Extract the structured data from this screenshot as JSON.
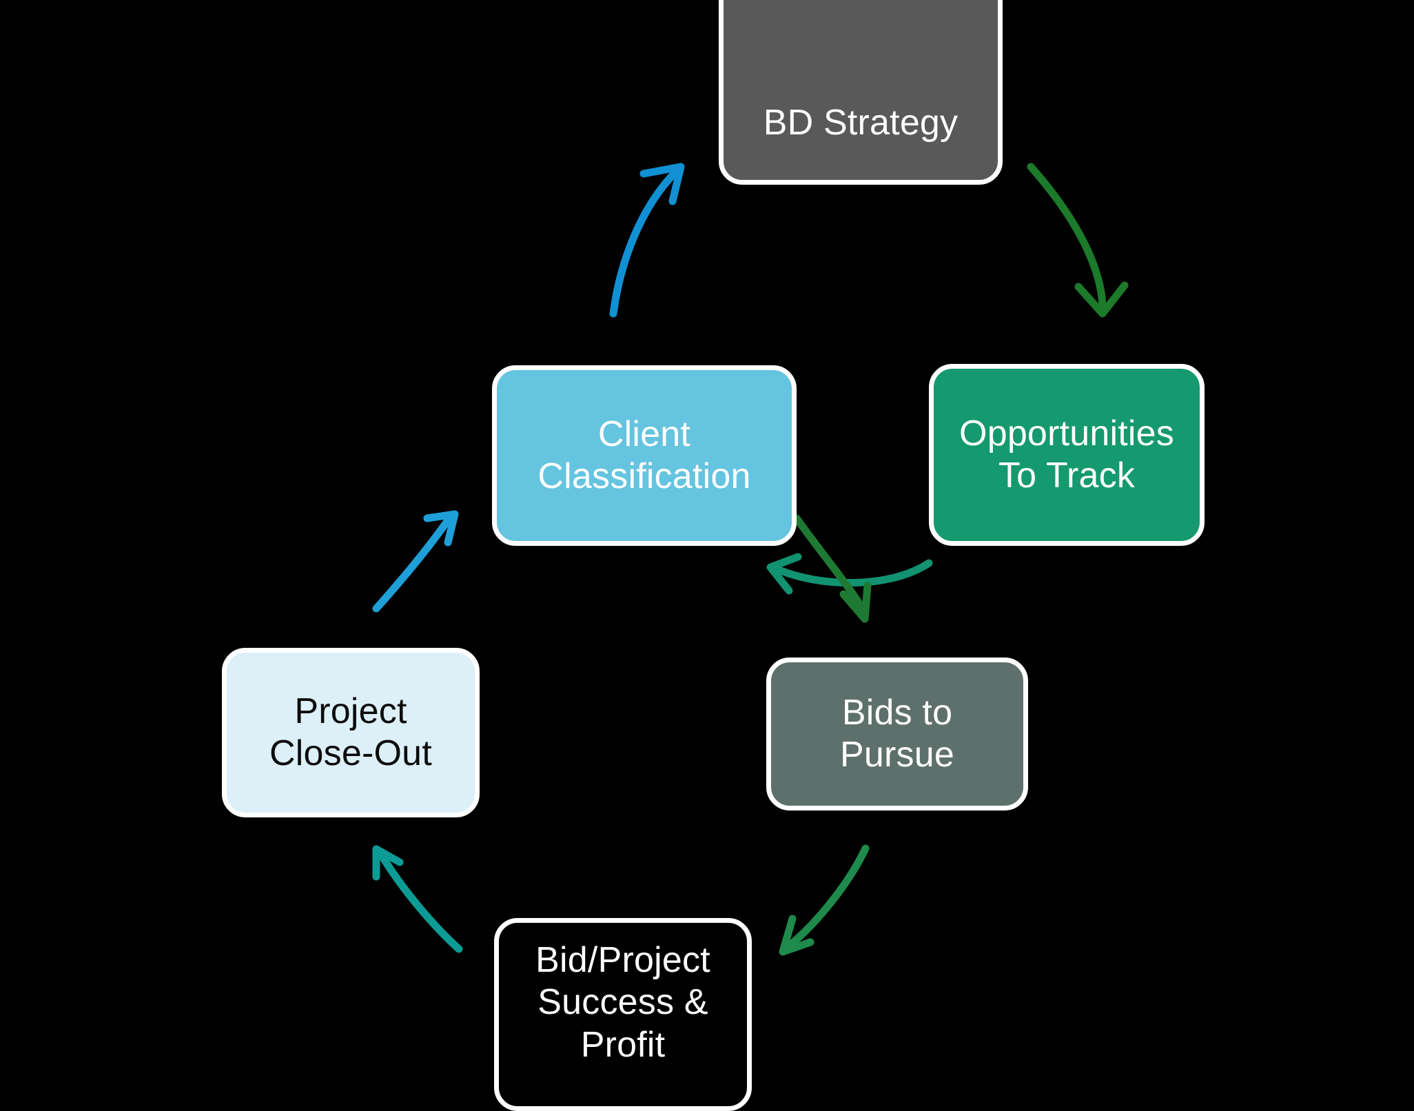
{
  "diagram": {
    "type": "cycle-flow",
    "background_color": "#000000",
    "nodes": [
      {
        "id": "bd-strategy",
        "label": "BD Strategy",
        "fill": "#595959",
        "text_color": "#ffffff",
        "border_color": "#ffffff"
      },
      {
        "id": "opportunities",
        "label": "Opportunities\nTo Track",
        "fill": "#15996f",
        "text_color": "#ffffff",
        "border_color": "#ffffff"
      },
      {
        "id": "bids",
        "label": "Bids to\nPursue",
        "fill": "#5e706b",
        "text_color": "#ffffff",
        "border_color": "#ffffff"
      },
      {
        "id": "bid-success",
        "label": "Bid/Project\nSuccess &\nProfit",
        "fill": "#000000",
        "text_color": "#ffffff",
        "border_color": "#ffffff"
      },
      {
        "id": "close-out",
        "label": "Project\nClose-Out",
        "fill": "#ddf0f8",
        "text_color": "#0c0c0c",
        "border_color": "#ffffff"
      },
      {
        "id": "client-classification",
        "label": "Client\nClassification",
        "fill": "#65c4df",
        "text_color": "#ffffff",
        "border_color": "#ffffff"
      }
    ],
    "connectors": [
      {
        "id": "bd-to-opportunities",
        "from": "bd-strategy",
        "to": "opportunities",
        "color": "#1c7a2b"
      },
      {
        "id": "opportunities-to-client",
        "from": "opportunities",
        "to": "client-classification",
        "color": "#119270"
      },
      {
        "id": "client-to-bids",
        "from": "client-classification",
        "to": "bids",
        "color": "#1e7a33"
      },
      {
        "id": "bids-to-success",
        "from": "bids",
        "to": "bid-success",
        "color": "#1e8a4c"
      },
      {
        "id": "success-to-close-out",
        "from": "bid-success",
        "to": "close-out",
        "color": "#0d9b96"
      },
      {
        "id": "close-out-to-client",
        "from": "close-out",
        "to": "client-classification",
        "color": "#1e9fd8"
      },
      {
        "id": "client-to-bd",
        "from": "client-classification",
        "to": "bd-strategy",
        "color": "#1191d4"
      }
    ]
  }
}
